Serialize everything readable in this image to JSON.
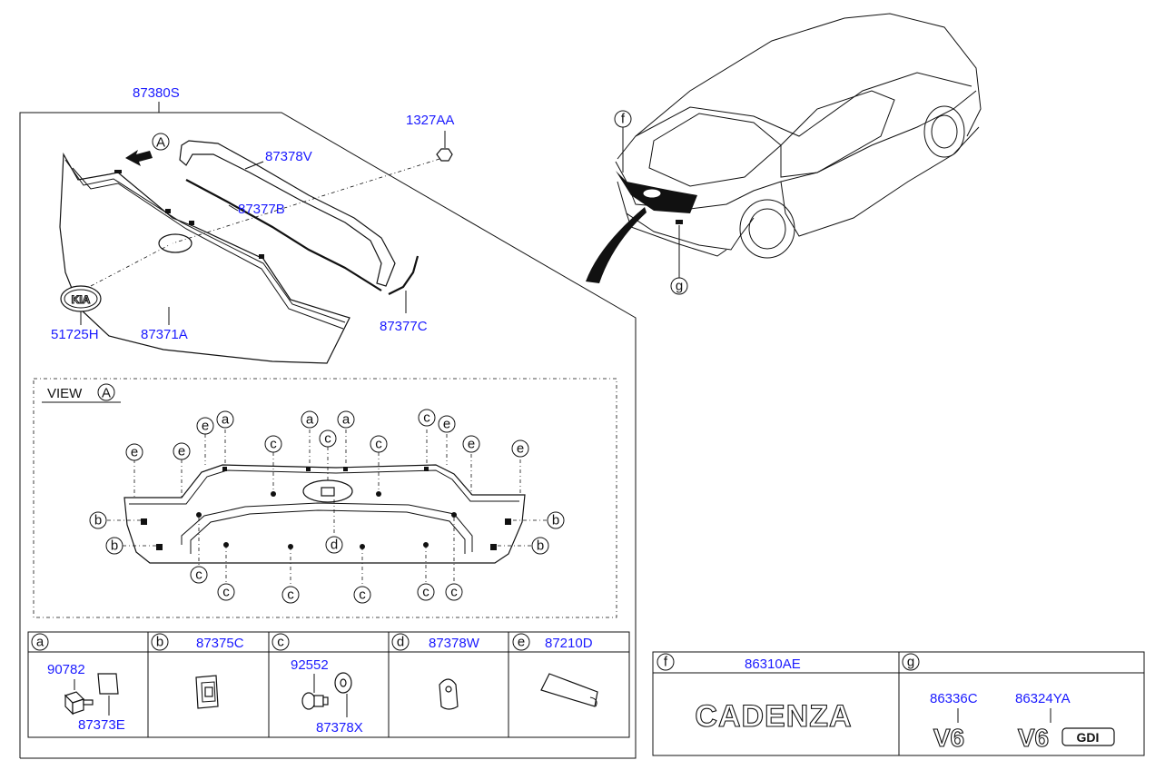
{
  "callouts": {
    "p87380S": "87380S",
    "p1327AA": "1327AA",
    "p87378V": "87378V",
    "p87377B": "87377B",
    "p51725H": "51725H",
    "p87371A": "87371A",
    "p87377C": "87377C"
  },
  "view": {
    "title": "VIEW",
    "letter": "A"
  },
  "bubble_letters": {
    "a": "a",
    "b": "b",
    "c": "c",
    "d": "d",
    "e": "e",
    "f": "f",
    "g": "g"
  },
  "legend_table": {
    "cells": [
      {
        "letter": "a",
        "part": ""
      },
      {
        "letter": "b",
        "part": "87375C"
      },
      {
        "letter": "c",
        "part": ""
      },
      {
        "letter": "d",
        "part": "87378W"
      },
      {
        "letter": "e",
        "part": "87210D"
      }
    ],
    "a_parts": [
      "90782",
      "87373E"
    ],
    "c_parts": [
      "92552",
      "87378X"
    ]
  },
  "emblem_table": {
    "f_part": "86310AE",
    "g_parts": [
      "86336C",
      "86324YA"
    ],
    "cadenza_text": "CADENZA",
    "v6_text": "V6",
    "gdi_text": "GDI",
    "kia_text": "KIA"
  }
}
